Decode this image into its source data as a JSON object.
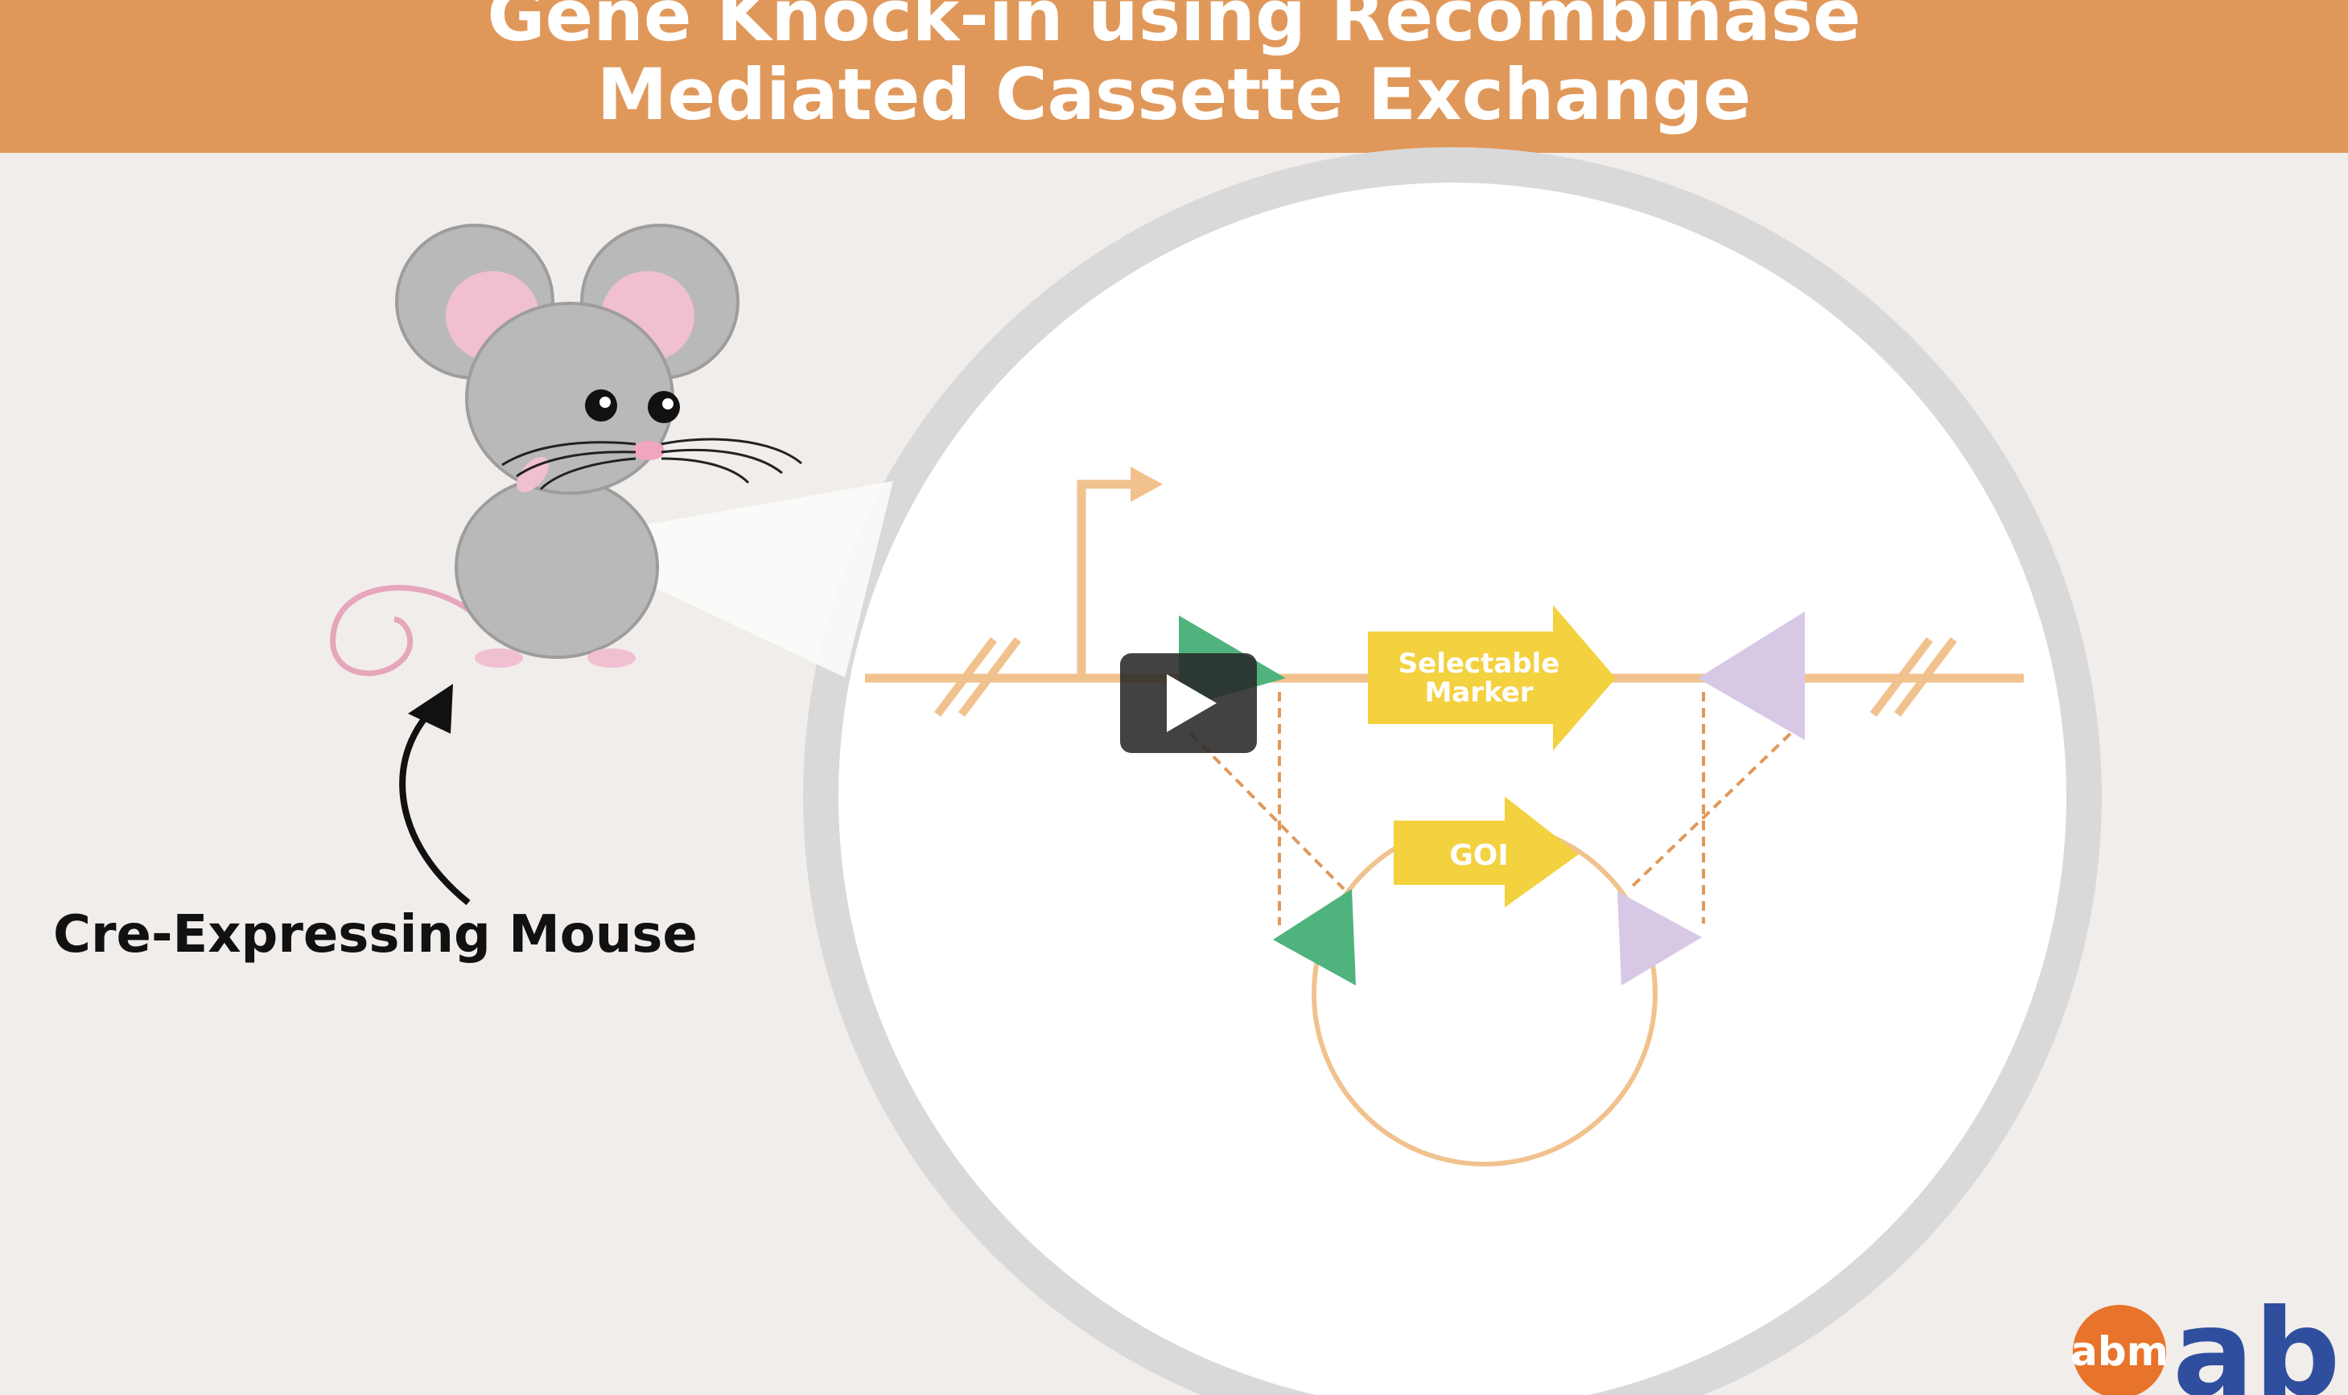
{
  "header": {
    "title_line1": "Gene Knock-in using Recombinase",
    "title_line2": "Mediated Cassette Exchange"
  },
  "mouse": {
    "caption": "Cre-Expressing Mouse"
  },
  "diagram": {
    "selectable_marker_line1": "Selectable",
    "selectable_marker_line2": "Marker",
    "goi_label": "GOI"
  },
  "player": {
    "play_icon": "play-icon"
  },
  "logo": {
    "text": "abm",
    "text2": "ab"
  },
  "colors": {
    "header": "#e0985a",
    "dna_line": "#f1c28e",
    "marker_yellow": "#f3d13f",
    "lox_green": "#4fb37d",
    "lox_purple": "#d7c9e6",
    "mouse_grey": "#b9b9b9"
  }
}
